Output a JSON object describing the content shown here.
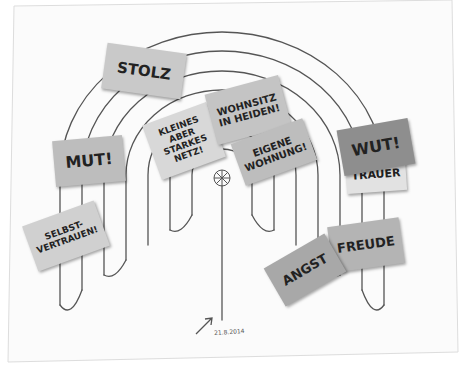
{
  "diagram": {
    "nodes": [
      {
        "text": [
          "STOLZ"
        ]
      },
      {
        "text": [
          "WOHNSITZ IN HEIDEN!"
        ]
      },
      {
        "text": [
          "KLEINES ABER STARKES NETZ!"
        ]
      },
      {
        "text": [
          "WUT!"
        ]
      },
      {
        "text": [
          "EIGENE WOHNUNG!"
        ]
      },
      {
        "text": [
          "MUT!"
        ]
      },
      {
        "text": [
          "TRAUER"
        ]
      },
      {
        "text": [
          "SELBST- VERTRAUEN!"
        ]
      },
      {
        "text": [
          "FREUDE"
        ]
      },
      {
        "text": [
          "ANGST"
        ]
      }
    ],
    "labels": [
      "21.8.2014"
    ]
  }
}
